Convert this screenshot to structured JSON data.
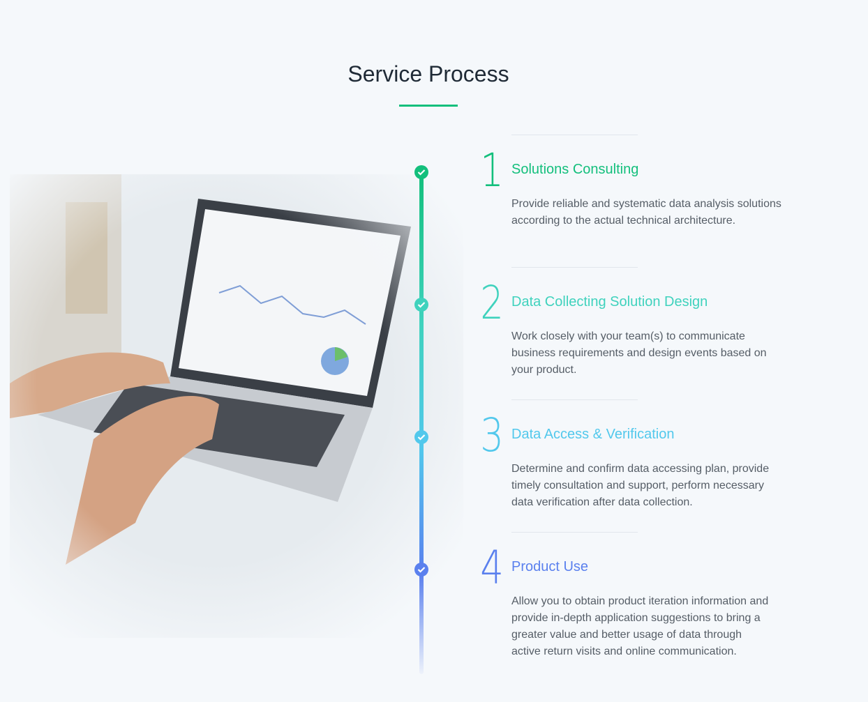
{
  "header": {
    "title": "Service Process"
  },
  "colors": {
    "accent": "#13bf7c",
    "step1": "#13bf7c",
    "step2": "#3fd2bd",
    "step3": "#52c8ec",
    "step4": "#5a80ee"
  },
  "steps": [
    {
      "number": "1",
      "title": "Solutions Consulting",
      "description": "Provide reliable and systematic data analysis solutions according to the actual technical architecture.",
      "icon": "check-circle-icon"
    },
    {
      "number": "2",
      "title": "Data Collecting Solution Design",
      "description": "Work closely with your team(s) to communicate business requirements and design events based on your product.",
      "icon": "check-circle-icon"
    },
    {
      "number": "3",
      "title": "Data Access & Verification",
      "description": "Determine and confirm data accessing plan, provide timely consultation and support, perform necessary data verification after data collection.",
      "icon": "check-circle-icon"
    },
    {
      "number": "4",
      "title": "Product Use",
      "description": "Allow you to obtain product iteration information and provide in-depth application suggestions to bring a greater value and better usage of data through active return visits and online communication.",
      "icon": "check-circle-icon"
    }
  ]
}
